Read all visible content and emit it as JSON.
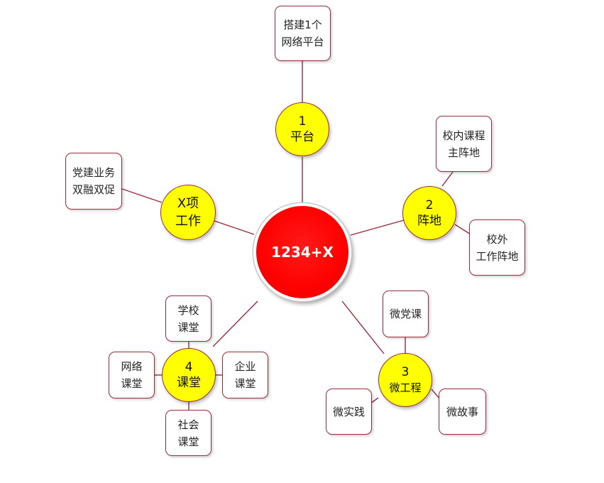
{
  "center": {
    "label": "1234+X"
  },
  "hubs": {
    "platform": {
      "num": "1",
      "label": "平台"
    },
    "position": {
      "num": "2",
      "label": "阵地"
    },
    "micro": {
      "num": "3",
      "label": "微工程"
    },
    "classroom": {
      "num": "4",
      "label": "课堂"
    },
    "x": {
      "num": "X项",
      "label": "工作"
    }
  },
  "boxes": {
    "platform_network": {
      "line1": "搭建1个",
      "line2": "网络平台"
    },
    "campus_course": {
      "line1": "校内课程",
      "line2": "主阵地"
    },
    "offcampus_work": {
      "line1": "校外",
      "line2": "工作阵地"
    },
    "micro_party_class": {
      "line1": "微党课"
    },
    "micro_practice": {
      "line1": "微实践"
    },
    "micro_story": {
      "line1": "微故事"
    },
    "school_class": {
      "line1": "学校",
      "line2": "课堂"
    },
    "network_class": {
      "line1": "网络",
      "line2": "课堂"
    },
    "enterprise_class": {
      "line1": "企业",
      "line2": "课堂"
    },
    "society_class": {
      "line1": "社会",
      "line2": "课堂"
    },
    "party_business": {
      "line1": "党建业务",
      "line2": "双融双促"
    }
  },
  "colors": {
    "center_fill": "#ff0000",
    "hub_fill": "#ffff00",
    "line": "#9b2a3b",
    "box_border": "#9b2a3b"
  }
}
